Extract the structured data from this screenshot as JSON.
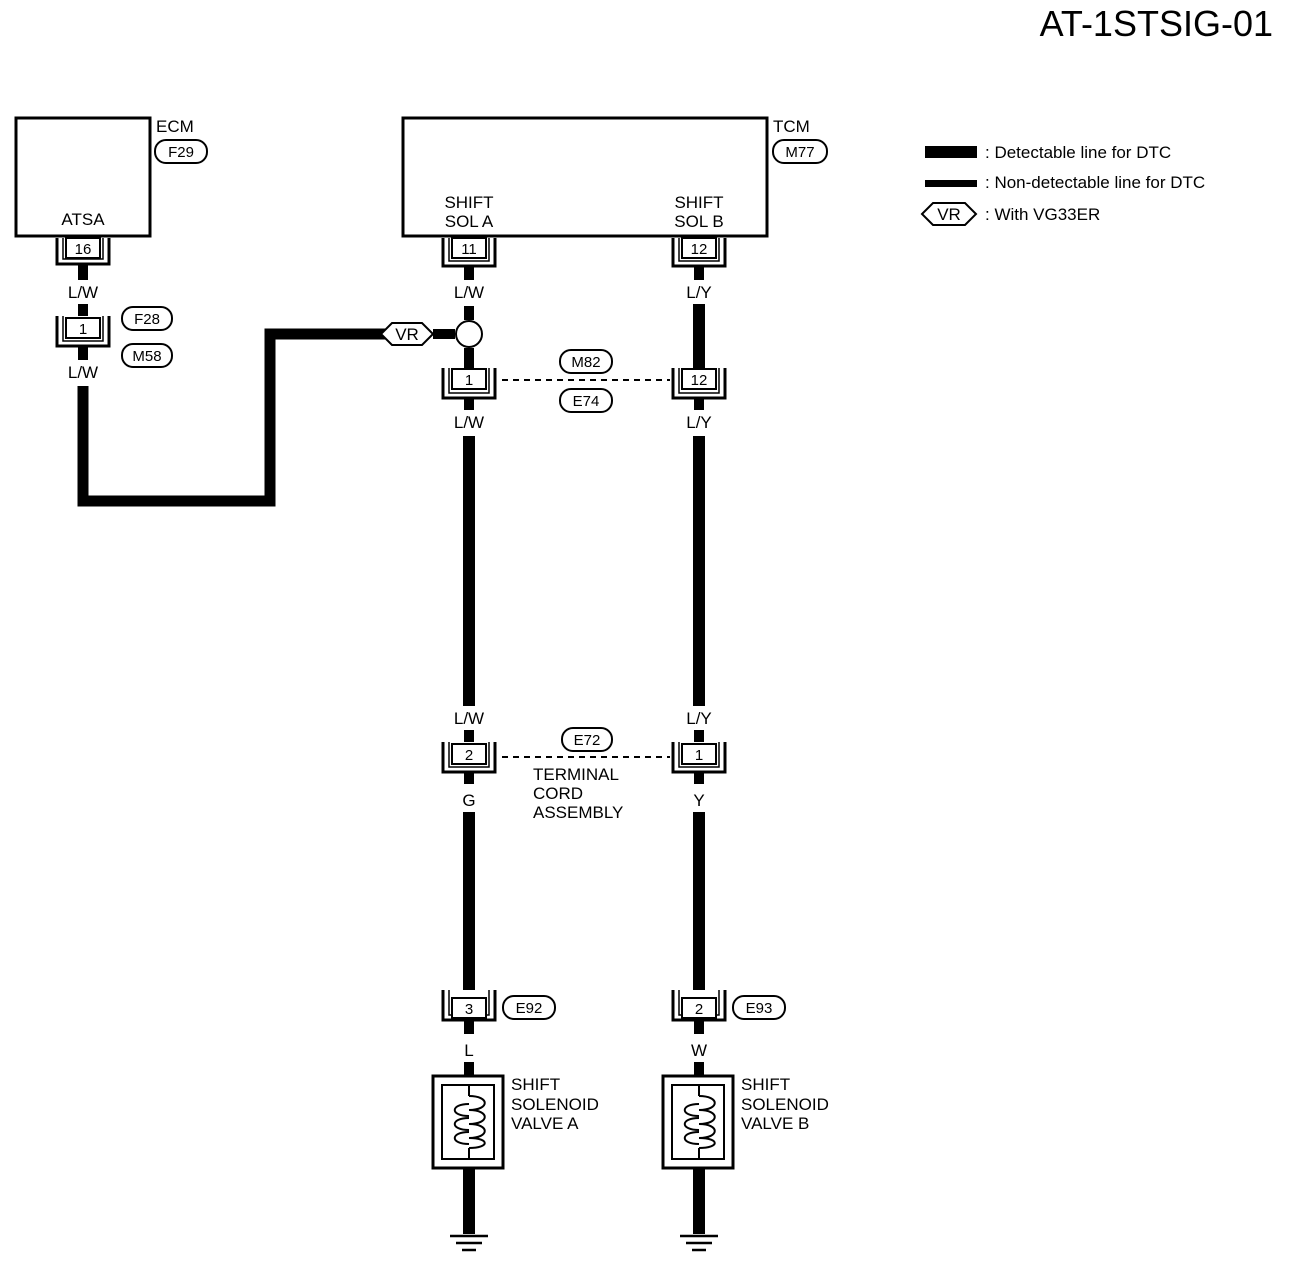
{
  "title": "AT-1STSIG-01",
  "colors": {
    "line": "#000000",
    "background": "#ffffff"
  },
  "legend": {
    "detectable": ": Detectable line for DTC",
    "non_detectable": ": Non-detectable line for DTC",
    "option_tag": "VR",
    "option_text": ": With VG33ER"
  },
  "ecm": {
    "name": "ECM",
    "connector": "F29",
    "terminal_label": "ATSA",
    "pin": "16",
    "wire": "L/W"
  },
  "tcm": {
    "name": "TCM",
    "connector": "M77",
    "sol_a_line1": "SHIFT",
    "sol_a_line2": "SOL A",
    "sol_a_pin": "11",
    "sol_b_line1": "SHIFT",
    "sol_b_line2": "SOL B",
    "sol_b_pin": "12"
  },
  "f28_m58": {
    "pin": "1",
    "conn_top": "F28",
    "conn_bottom": "M58",
    "wire_top": "L/W",
    "wire_bottom": "L/W"
  },
  "vr_tag": "VR",
  "wires": {
    "a_tcm": "L/W",
    "b_tcm": "L/Y",
    "a_after_m82": "L/W",
    "b_after_m82": "L/Y",
    "a_before_e72": "L/W",
    "b_before_e72": "L/Y",
    "a_after_e72": "G",
    "b_after_e72": "Y",
    "a_solenoid": "L",
    "b_solenoid": "W"
  },
  "m82_e74": {
    "conn_top": "M82",
    "conn_bottom": "E74",
    "pin_a": "1",
    "pin_b": "12"
  },
  "e72": {
    "conn": "E72",
    "pin_a": "2",
    "pin_b": "1",
    "label_line1": "TERMINAL",
    "label_line2": "CORD",
    "label_line3": "ASSEMBLY"
  },
  "e92": {
    "conn": "E92",
    "pin": "3"
  },
  "e93": {
    "conn": "E93",
    "pin": "2"
  },
  "solenoid_a": {
    "line1": "SHIFT",
    "line2": "SOLENOID",
    "line3": "VALVE A"
  },
  "solenoid_b": {
    "line1": "SHIFT",
    "line2": "SOLENOID",
    "line3": "VALVE B"
  }
}
